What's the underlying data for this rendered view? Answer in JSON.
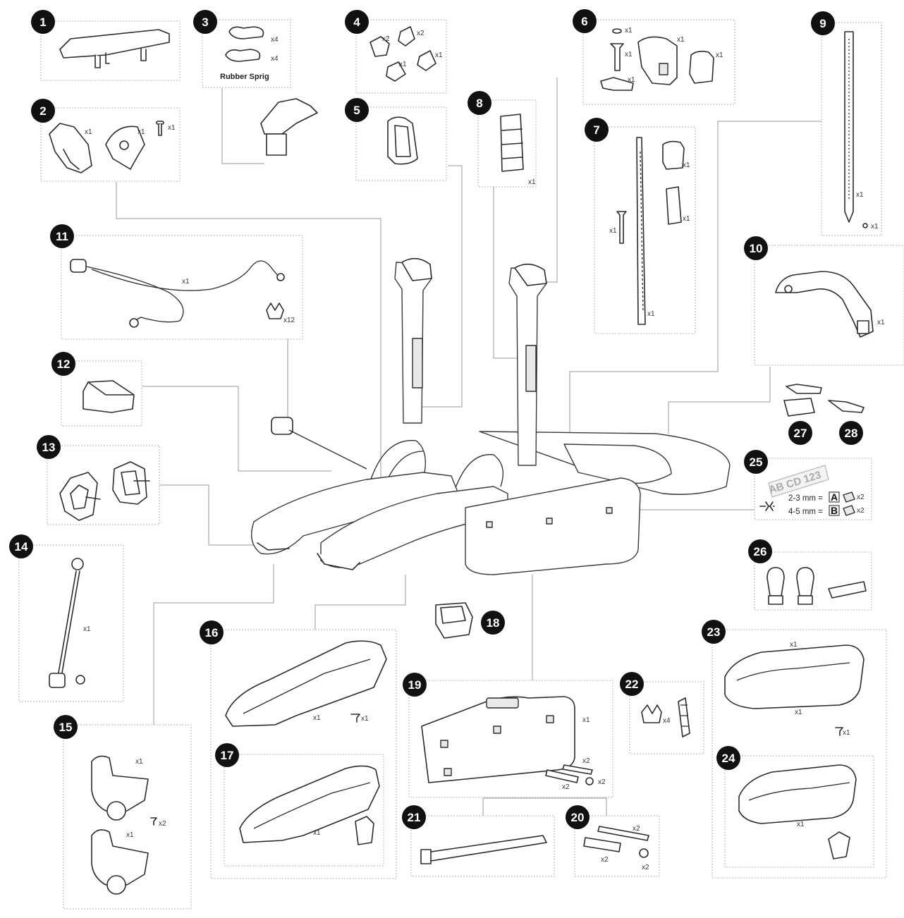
{
  "parts": [
    {
      "number": "1"
    },
    {
      "number": "2"
    },
    {
      "number": "3"
    },
    {
      "number": "4"
    },
    {
      "number": "5"
    },
    {
      "number": "6"
    },
    {
      "number": "7"
    },
    {
      "number": "8"
    },
    {
      "number": "9"
    },
    {
      "number": "10"
    },
    {
      "number": "11"
    },
    {
      "number": "12"
    },
    {
      "number": "13"
    },
    {
      "number": "14"
    },
    {
      "number": "15"
    },
    {
      "number": "16"
    },
    {
      "number": "17"
    },
    {
      "number": "18"
    },
    {
      "number": "19"
    },
    {
      "number": "20"
    },
    {
      "number": "21"
    },
    {
      "number": "22"
    },
    {
      "number": "23"
    },
    {
      "number": "24"
    },
    {
      "number": "25"
    },
    {
      "number": "26"
    },
    {
      "number": "27"
    },
    {
      "number": "28"
    }
  ],
  "quantities": {
    "x1": "x1",
    "x2": "x2",
    "x4": "x4",
    "x12": "x12"
  },
  "rubber_spring_label": "Rubber Sprig",
  "plate": {
    "text": "AB CD 123",
    "row_a": "2-3 mm =",
    "row_b": "4-5 mm =",
    "letter_a": "A",
    "letter_b": "B"
  },
  "colors": {
    "badge": "#111111",
    "box_border": "#b5b5b5",
    "leader": "#9a9a9a",
    "line_art": "#2b2b2b"
  }
}
